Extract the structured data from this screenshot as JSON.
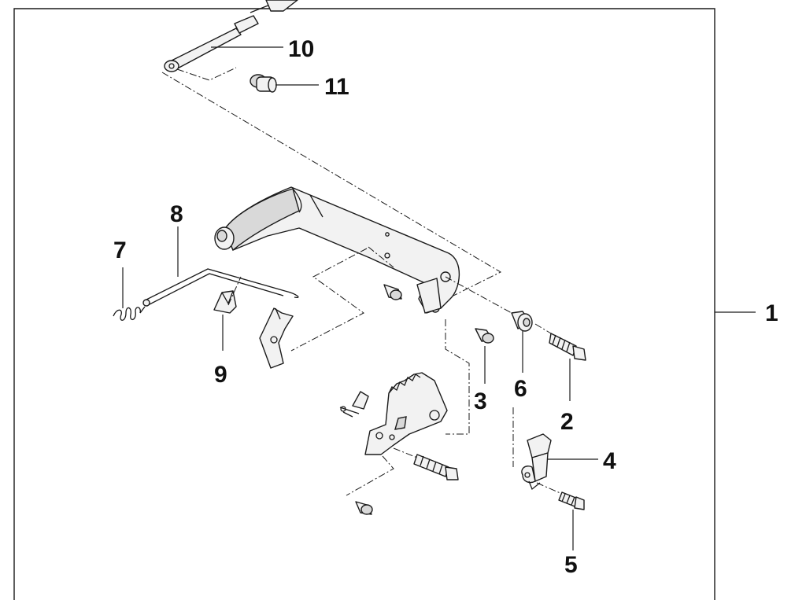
{
  "callouts": {
    "c1": "1",
    "c2": "2",
    "c3": "3",
    "c4": "4",
    "c5": "5",
    "c6": "6",
    "c7": "7",
    "c8": "8",
    "c9": "9",
    "c10": "10",
    "c11": "11"
  },
  "colors": {
    "line": "#1a1a1a",
    "part_fill": "#f2f2f2",
    "background": "#ffffff"
  }
}
